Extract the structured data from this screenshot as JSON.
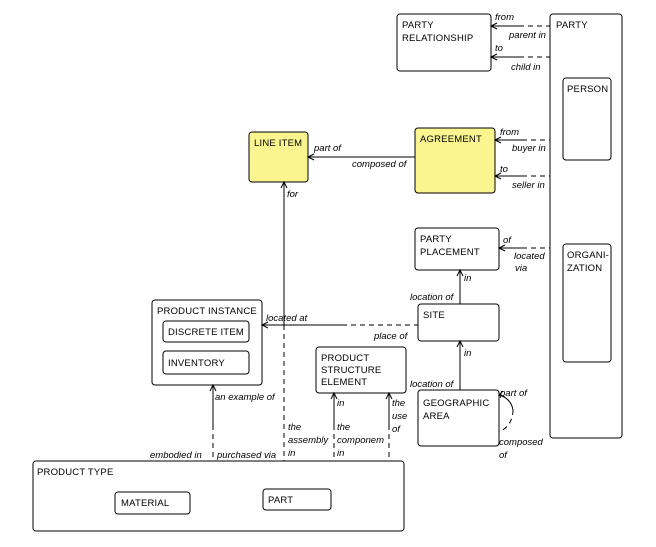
{
  "entities": {
    "party": "PARTY",
    "person": "PERSON",
    "organization": [
      "ORGANI-",
      "ZATION"
    ],
    "party_relationship": [
      "PARTY",
      "RELATIONSHIP"
    ],
    "line_item": "LINE ITEM",
    "agreement": "AGREEMENT",
    "party_placement": [
      "PARTY",
      "PLACEMENT"
    ],
    "site": "SITE",
    "geographic_area": [
      "GEOGRAPHIC",
      "AREA"
    ],
    "product_instance": "PRODUCT INSTANCE",
    "discrete_item": "DISCRETE ITEM",
    "inventory": "INVENTORY",
    "product_structure_element": [
      "PRODUCT",
      "STRUCTURE",
      "ELEMENT"
    ],
    "product_type": "PRODUCT TYPE",
    "material": "MATERIAL",
    "part": "PART"
  },
  "relationships": {
    "pr_from": "from",
    "pr_parent_in": "parent in",
    "pr_to": "to",
    "pr_child_in": "child in",
    "li_part_of": "part of",
    "ag_composed_of": "composed of",
    "ag_from": "from",
    "ag_buyer_in": "buyer in",
    "ag_to": "to",
    "ag_seller_in": "seller in",
    "li_for": "for",
    "pp_of": "of",
    "pp_located_via": [
      "located",
      "via"
    ],
    "pp_in": "in",
    "site_location_of": "location of",
    "pi_located_at": "located at",
    "site_place_of": "place of",
    "site_in": "in",
    "ga_location_of": "location of",
    "ga_part_of": "part of",
    "ga_composed_of": [
      "composed",
      "of"
    ],
    "pi_an_example_of": "an example of",
    "pt_embodied_in": "embodied in",
    "pt_purchased_via": "purchased via",
    "pse_in": "in",
    "pt_the_assembly_in": [
      "the",
      "assembly",
      "in"
    ],
    "pse_the_use_of": [
      "the",
      "use",
      "of"
    ],
    "pt_the_component_in": [
      "the",
      "componem",
      "in"
    ]
  }
}
